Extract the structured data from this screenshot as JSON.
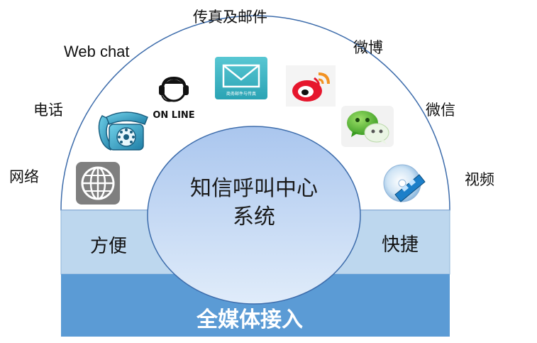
{
  "center": {
    "line1": "知信呼叫中心",
    "line2": "系统"
  },
  "side": {
    "left": "方便",
    "right": "快捷"
  },
  "bottom_bar": {
    "label": "全媒体接入"
  },
  "channels": {
    "network": "网络",
    "phone": "电话",
    "webchat": "Web chat",
    "fax_email": "传真及邮件",
    "weibo": "微博",
    "wechat": "微信",
    "video": "视频"
  },
  "icons": {
    "online_badge": "ON LINE",
    "mail_caption": "商务邮件与传真",
    "network": "globe-icon",
    "phone": "telephone-icon",
    "webchat": "headset-agent-icon",
    "fax_email": "envelope-icon",
    "weibo": "weibo-icon",
    "wechat": "wechat-icon",
    "video": "film-disc-icon"
  },
  "colors": {
    "arch_border": "#3d6cab",
    "side_band": "#bdd7ee",
    "bottom_bar": "#5b9bd5",
    "center_fill_top": "#b4cef0",
    "center_fill_bottom": "#dbe9f9"
  }
}
